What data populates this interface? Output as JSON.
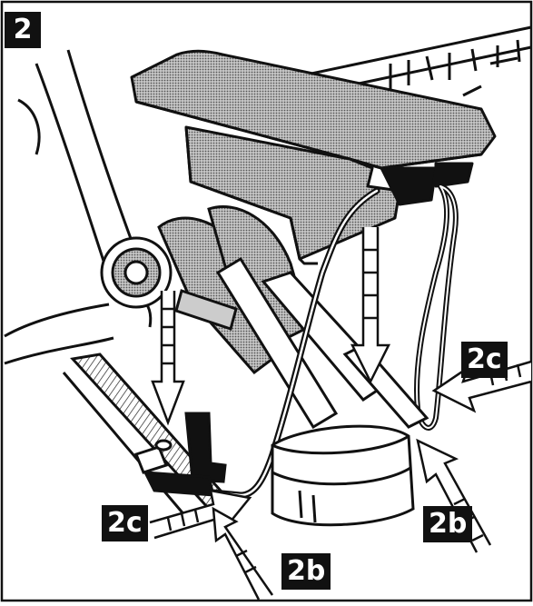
{
  "figure": {
    "step_number": "2",
    "callouts": [
      "2c",
      "2c",
      "2b",
      "2b"
    ]
  },
  "colors": {
    "ink": "#111111",
    "paper": "#ffffff",
    "screen_tone": "#9a9a9a",
    "light_tone": "#cfcfcf"
  },
  "icons": [
    "down-arrow-icon",
    "push-arrow-icon"
  ]
}
